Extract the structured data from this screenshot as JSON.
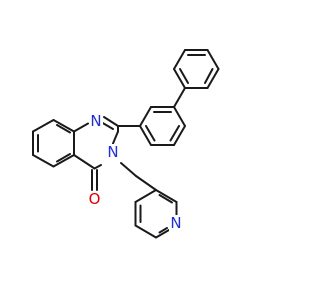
{
  "molecule": {
    "atoms": {
      "n1": {
        "symbol": "N",
        "color": "#1f2fd6"
      },
      "n3": {
        "symbol": "N",
        "color": "#1f2fd6"
      },
      "o4": {
        "symbol": "O",
        "color": "#e00000"
      },
      "n_pyridine": {
        "symbol": "N",
        "color": "#1f2fd6"
      }
    },
    "bond_color": "#1a1a1a",
    "background": "#ffffff"
  }
}
